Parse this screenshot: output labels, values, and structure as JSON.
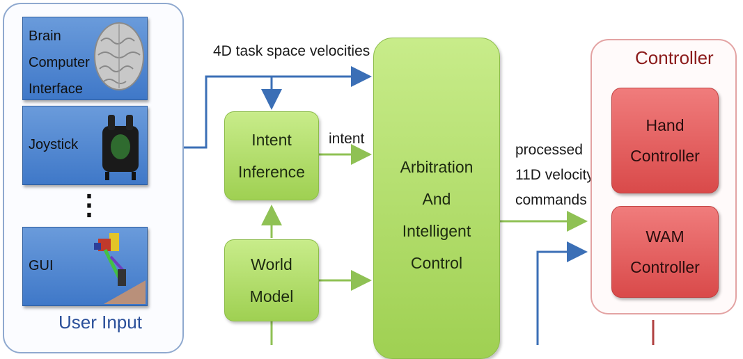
{
  "colors": {
    "blue_wire": "#3b6fb6",
    "green_wire": "#8fc154",
    "controller_title": "#8b1a1a",
    "user_input_title": "#2a4f9a",
    "red_wire": "#b04040"
  },
  "user_input": {
    "title": "User Input",
    "devices": [
      {
        "label_lines": [
          "Brain",
          "Computer",
          "Interface"
        ],
        "icon": "brain-icon"
      },
      {
        "label_lines": [
          "Joystick"
        ],
        "icon": "joystick-icon"
      },
      {
        "label_lines": [
          "GUI"
        ],
        "icon": "robot-arm-gui-icon"
      }
    ],
    "ellipsis": "⋮"
  },
  "labels": {
    "task_velocities": "4D task space velocities",
    "intent": "intent",
    "processed_lines": [
      "processed",
      "11D velocity",
      "commands"
    ]
  },
  "blocks": {
    "intent_inference": [
      "Intent",
      "Inference"
    ],
    "world_model": [
      "World",
      "Model"
    ],
    "arbitration": [
      "Arbitration",
      "And",
      "Intelligent",
      "Control"
    ]
  },
  "controller": {
    "title": "Controller",
    "hand": [
      "Hand",
      "Controller"
    ],
    "wam": [
      "WAM",
      "Controller"
    ]
  }
}
